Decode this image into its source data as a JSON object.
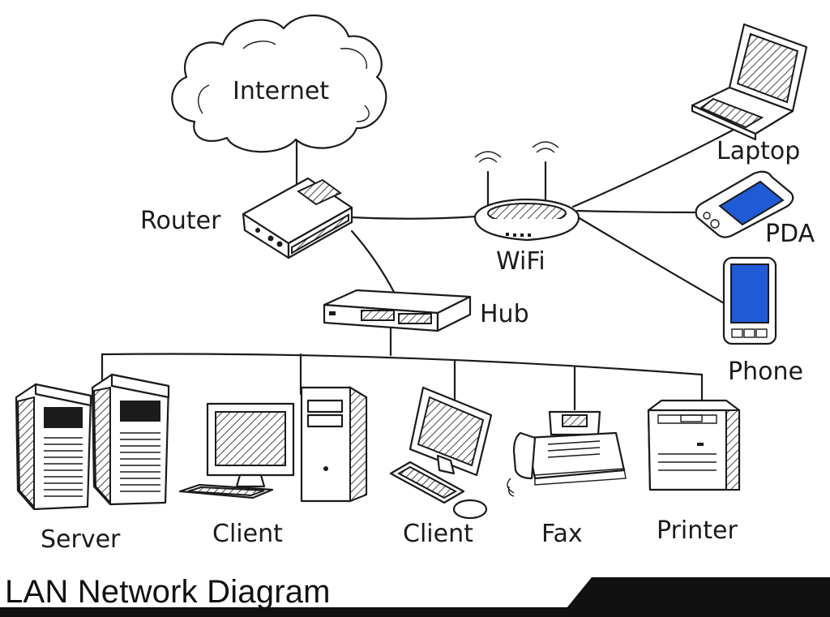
{
  "title": "LAN Network Diagram",
  "labels": {
    "internet": "Internet",
    "router": "Router",
    "wifi": "WiFi",
    "hub": "Hub",
    "laptop": "Laptop",
    "pda": "PDA",
    "phone": "Phone",
    "server": "Server",
    "client1": "Client",
    "client2": "Client",
    "fax": "Fax",
    "printer": "Printer"
  },
  "colors": {
    "ink": "#1b1b1b",
    "screen_blue": "#1f5bd6",
    "background": "#ffffff"
  },
  "nodes": [
    {
      "id": "internet",
      "icon": "cloud-icon"
    },
    {
      "id": "router",
      "icon": "router-icon"
    },
    {
      "id": "wifi",
      "icon": "wifi-router-icon"
    },
    {
      "id": "hub",
      "icon": "hub-icon"
    },
    {
      "id": "laptop",
      "icon": "laptop-icon"
    },
    {
      "id": "pda",
      "icon": "pda-icon"
    },
    {
      "id": "phone",
      "icon": "phone-icon"
    },
    {
      "id": "server",
      "icon": "server-icon"
    },
    {
      "id": "client1",
      "icon": "desktop-computer-icon"
    },
    {
      "id": "client2",
      "icon": "workstation-icon"
    },
    {
      "id": "fax",
      "icon": "fax-icon"
    },
    {
      "id": "printer",
      "icon": "printer-icon"
    }
  ],
  "edges": [
    [
      "internet",
      "router"
    ],
    [
      "router",
      "wifi"
    ],
    [
      "router",
      "hub"
    ],
    [
      "wifi",
      "laptop"
    ],
    [
      "wifi",
      "pda"
    ],
    [
      "wifi",
      "phone"
    ],
    [
      "hub",
      "server"
    ],
    [
      "hub",
      "client1"
    ],
    [
      "hub",
      "client2"
    ],
    [
      "hub",
      "fax"
    ],
    [
      "hub",
      "printer"
    ]
  ]
}
